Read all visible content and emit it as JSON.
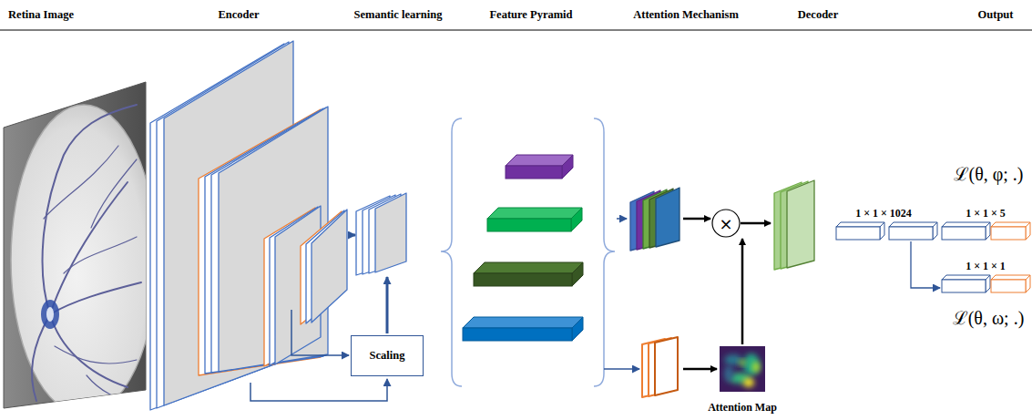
{
  "diagram": {
    "nodes": [
      {
        "text": [
          "Scaling"
        ]
      }
    ],
    "labels": [
      "Retina Image",
      "Encoder",
      "Semantic learning",
      "Feature Pyramid",
      "Attention Mechanism",
      "Decoder",
      "Output",
      "×",
      "Attention Map",
      "1 × 1 × 1024",
      "1 × 1 × 5",
      "1 × 1 × 1",
      "ℒ(θ, φ; .)",
      "ℒ(θ, ω; .)"
    ]
  }
}
